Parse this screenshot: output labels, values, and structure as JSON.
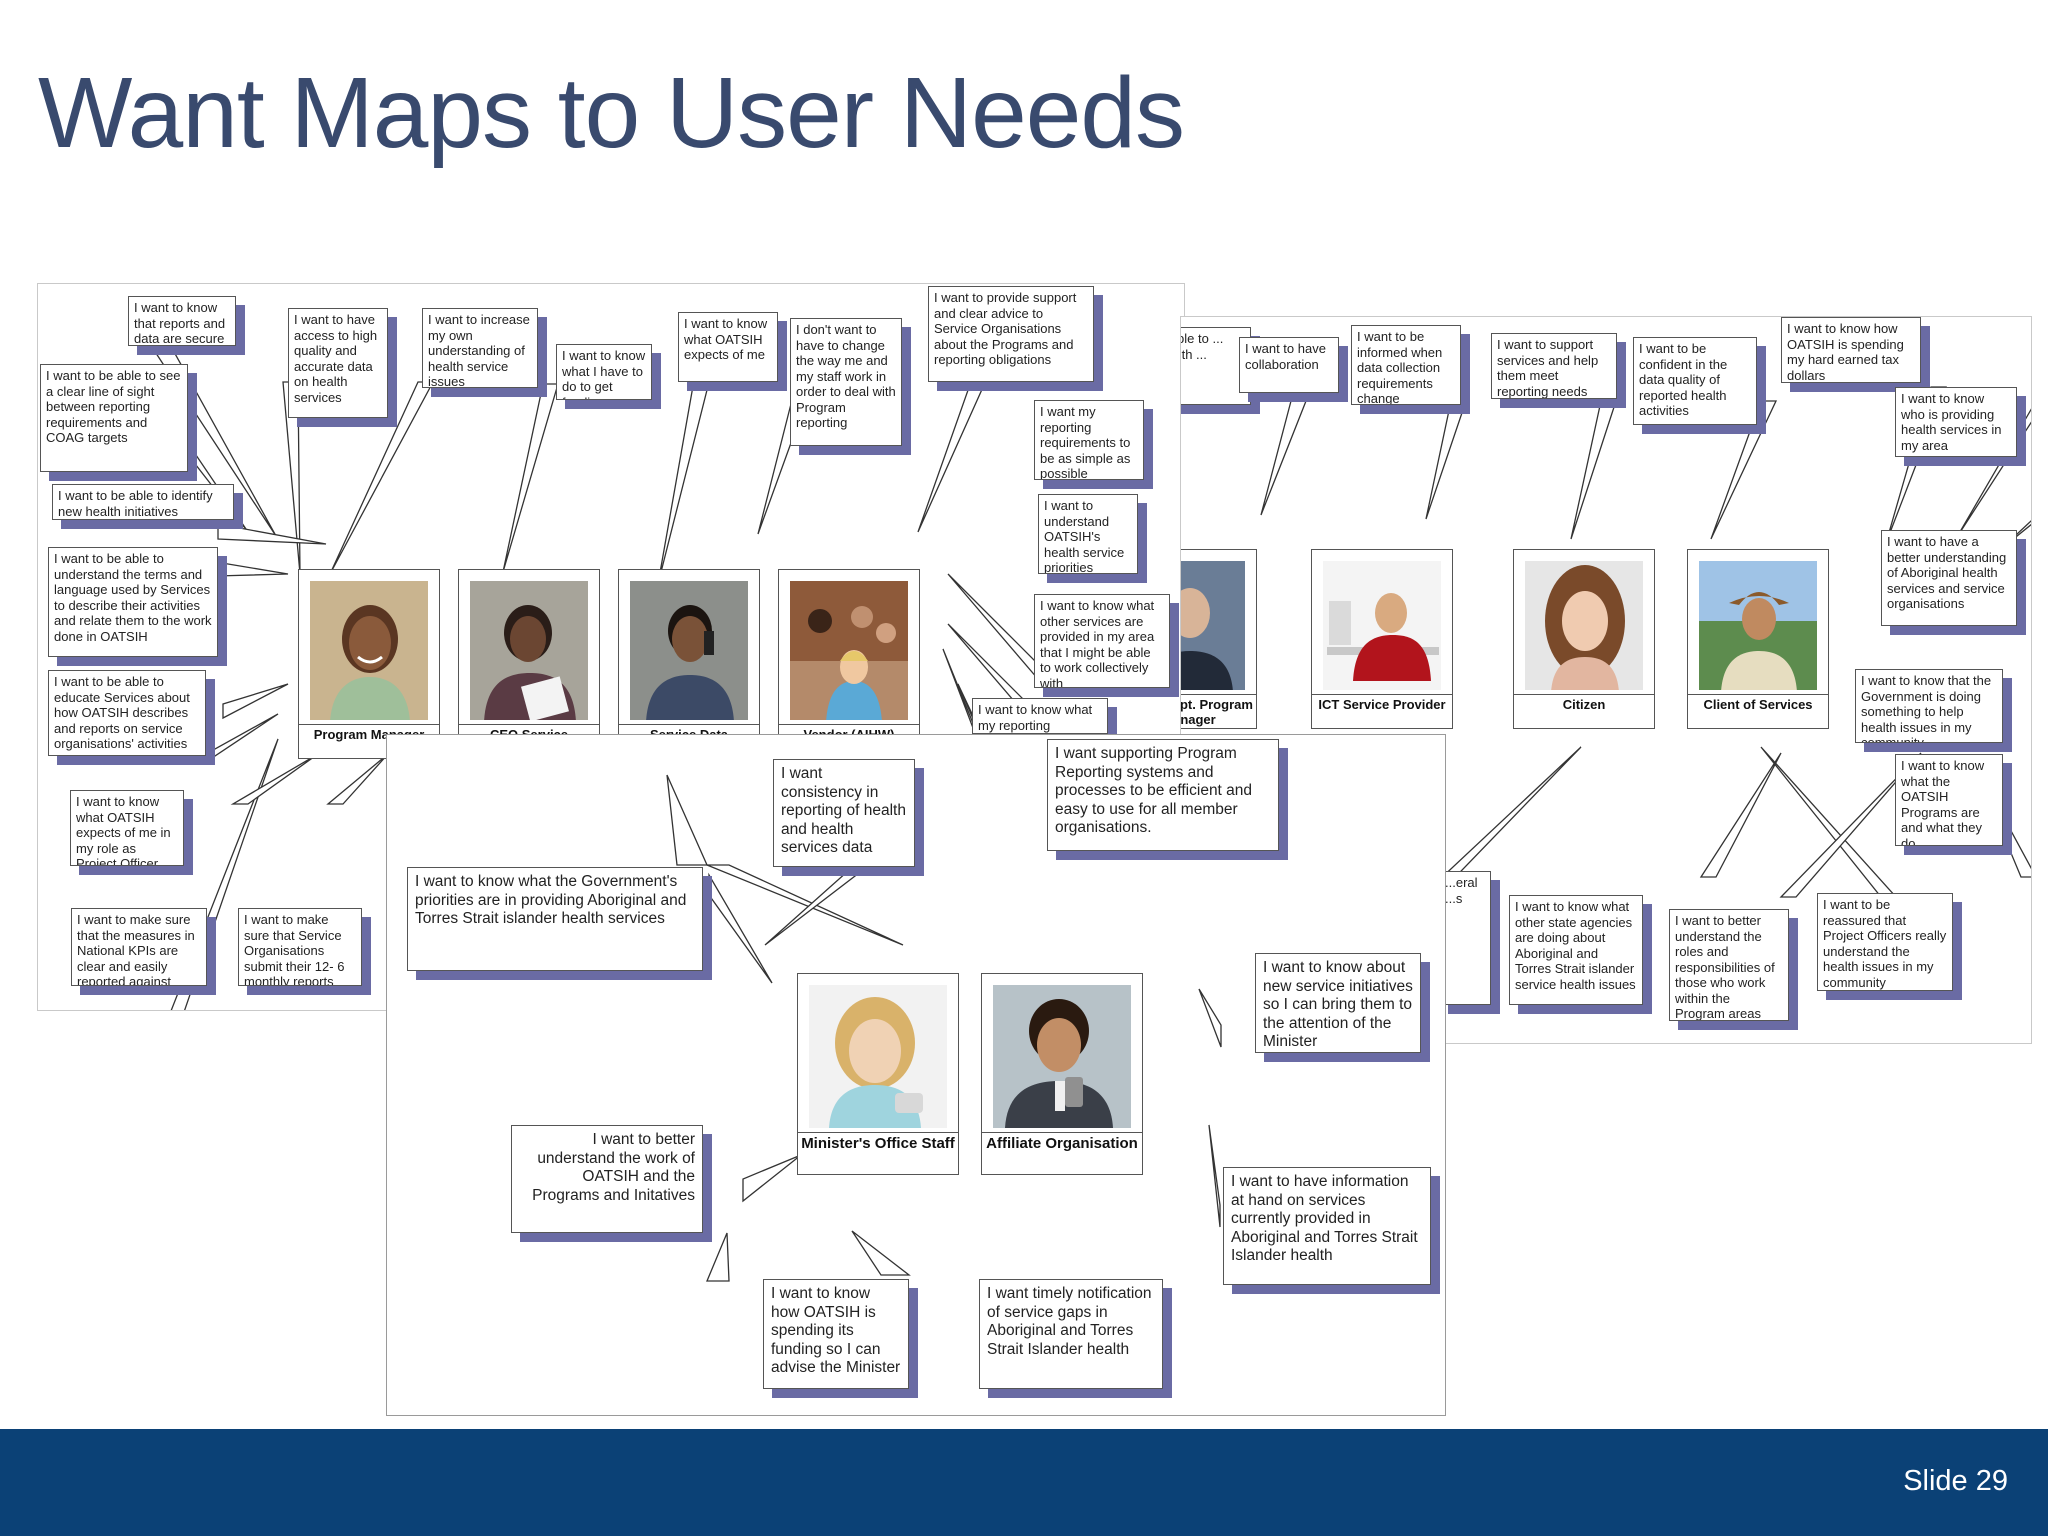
{
  "slide": {
    "title": "Want Maps to User Needs",
    "number": "Slide 29"
  },
  "left_panel": {
    "personas": [
      {
        "label": "Program Manager"
      },
      {
        "label": "CEO Service"
      },
      {
        "label": "Service Data"
      },
      {
        "label": "Vendor (AIHW)"
      }
    ],
    "needs": [
      "I want to know that reports and data are secure",
      "I want to have access to high quality and accurate data on health services",
      "I want to increase my own understanding of health service issues",
      "I want to know what I have to do to get funding",
      "I want to know what OATSIH expects of me",
      "I don't want to have to change the way me and my staff work in order to deal with Program reporting",
      "I want to provide support and clear advice to Service Organisations about the Programs and reporting obligations",
      "I want to be able to see a clear line of sight between reporting requirements and COAG targets",
      "I want to be able to identify new health initiatives",
      "I want to be able to understand the terms and language used by Services to describe their activities and relate them to the work done in OATSIH",
      "I want to be able to educate Services about how OATSIH describes and reports on service organisations' activities",
      "I want to know what OATSIH expects of me in my role as Project Officer",
      "I want to make sure that the measures in National KPIs are clear and easily reported against",
      "I want to make sure that Service Organisations submit their 12- 6 monthly reports",
      "I want my reporting requirements to be as simple as possible",
      "I want to understand OATSIH's health service priorities",
      "I want to know what other services are provided in my area that I might be able to work collectively with",
      "I want to know what my reporting"
    ]
  },
  "right_panel": {
    "personas": [
      {
        "label": "Other Dept. Program Manager"
      },
      {
        "label": "ICT Service Provider"
      },
      {
        "label": "Citizen"
      },
      {
        "label": "Client of Services"
      }
    ],
    "needs": [
      "I want to be able to ... health ...",
      "I want to have collaboration",
      "I want to be informed when data collection requirements change",
      "I want to support services and help them meet reporting needs",
      "I want to be confident in the data quality of reported health activities",
      "I want to know how OATSIH is spending my hard earned tax dollars",
      "I want to know who is providing health services in my area",
      "I want to have a better understanding of Aboriginal health services and service organisations",
      "I want to know that the Government is doing something to help health issues in my community",
      "I want to know what the OATSIH Programs are and what they do",
      "I want to know what other state agencies are doing about Aboriginal and Torres Strait islander service health issues",
      "I want to better understand the roles and responsibilities of those who work within the Program areas",
      "I want to be reassured that Project Officers really understand the health issues in my community",
      "...eral ...s"
    ]
  },
  "center_panel": {
    "personas": [
      {
        "label": "Minister's Office Staff"
      },
      {
        "label": "Affiliate Organisation"
      }
    ],
    "needs": [
      "I want consistency in reporting of health and health services data",
      "I want supporting Program Reporting systems and processes to be efficient and easy to use for all member organisations.",
      "I want to know what the Government's priorities are in providing Aboriginal and Torres Strait islander health services",
      "I want to know about new service initiatives so I can bring them to the attention of the Minister",
      "I want to better understand the work of OATSIH and the Programs and Initatives",
      "I want to have information at hand on services currently provided in Aboriginal  and Torres Strait Islander health",
      "I want to know how OATSIH is spending its funding so I can advise the Minister",
      "I want timely notification of service gaps in Aboriginal and Torres Strait Islander health"
    ]
  },
  "colors": {
    "title": "#394a6e",
    "footer": "#0b4176",
    "bubble_shadow": "#6a6ba4"
  }
}
